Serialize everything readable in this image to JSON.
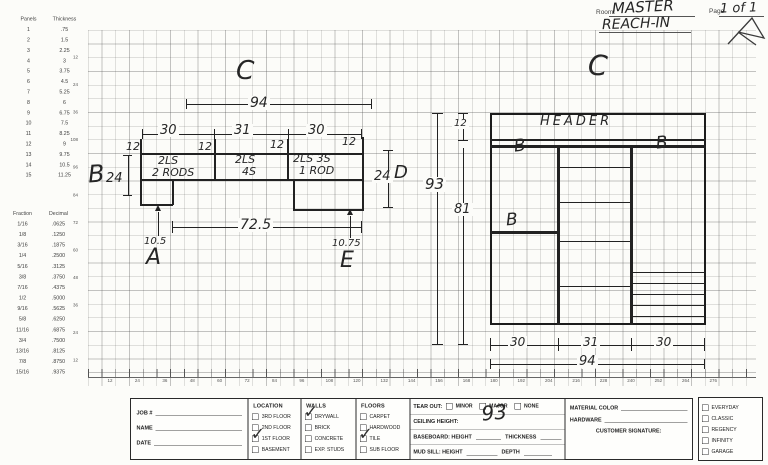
{
  "page": {
    "room_label": "Room:",
    "room_line1": "MASTER",
    "room_line2": "REACH-IN",
    "page_label": "Page",
    "page_value": "1 of 1"
  },
  "panels_table": {
    "header": [
      "Panels",
      "Thickness"
    ],
    "rows": [
      [
        "1",
        ".75"
      ],
      [
        "2",
        "1.5"
      ],
      [
        "3",
        "2.25"
      ],
      [
        "4",
        "3"
      ],
      [
        "5",
        "3.75"
      ],
      [
        "6",
        "4.5"
      ],
      [
        "7",
        "5.25"
      ],
      [
        "8",
        "6"
      ],
      [
        "9",
        "6.75"
      ],
      [
        "10",
        "7.5"
      ],
      [
        "11",
        "8.25"
      ],
      [
        "12",
        "9"
      ],
      [
        "13",
        "9.75"
      ],
      [
        "14",
        "10.5"
      ],
      [
        "15",
        "11.25"
      ]
    ]
  },
  "fraction_table": {
    "header": [
      "Fraction",
      "Decimal"
    ],
    "rows": [
      [
        "1/16",
        ".0625"
      ],
      [
        "1/8",
        ".1250"
      ],
      [
        "3/16",
        ".1875"
      ],
      [
        "1/4",
        ".2500"
      ],
      [
        "5/16",
        ".3125"
      ],
      [
        "3/8",
        ".3750"
      ],
      [
        "7/16",
        ".4375"
      ],
      [
        "1/2",
        ".5000"
      ],
      [
        "9/16",
        ".5625"
      ],
      [
        "5/8",
        ".6250"
      ],
      [
        "11/16",
        ".6875"
      ],
      [
        "3/4",
        ".7500"
      ],
      [
        "13/16",
        ".8125"
      ],
      [
        "7/8",
        ".8750"
      ],
      [
        "15/16",
        ".9375"
      ]
    ]
  },
  "grid": {
    "x_ticks": [
      "12",
      "24",
      "36",
      "48",
      "60",
      "72",
      "84",
      "96",
      "108",
      "120",
      "132",
      "144",
      "156",
      "168",
      "180",
      "192",
      "204",
      "216",
      "228",
      "240",
      "252",
      "264",
      "276"
    ],
    "y_ticks": [
      "12",
      "24",
      "36",
      "108",
      "96",
      "84",
      "72",
      "60",
      "48",
      "36",
      "24",
      "12"
    ]
  },
  "left_drawing": {
    "c_label": "C",
    "total_width": "94",
    "bay_widths": [
      "30",
      "31",
      "30"
    ],
    "depth_marks": [
      "12",
      "12",
      "12",
      "12"
    ],
    "bays": [
      {
        "line1": "2LS",
        "line2": "2 RODS"
      },
      {
        "line1": "2LS",
        "line2": "4S"
      },
      {
        "line1": "2LS 3S",
        "line2": "1 ROD"
      }
    ],
    "left_label": "B",
    "left_depth": "24",
    "bottom_width": "72.5",
    "left_return": "10.5",
    "label_a": "A",
    "right_return": "10.75",
    "label_e": "E",
    "depth_dim": "24",
    "label_d": "D"
  },
  "mid_dims": {
    "total_height": "93",
    "header_height": "12",
    "lower_height": "81"
  },
  "right_drawing": {
    "c_label": "C",
    "header_text": "HEADER",
    "rod_labels": [
      "B",
      "B",
      "B"
    ],
    "bay_widths": [
      "30",
      "31",
      "30"
    ],
    "total_width": "94"
  },
  "form": {
    "job_label": "JOB #",
    "name_label": "NAME",
    "date_label": "DATE",
    "location": {
      "title": "LOCATION",
      "options": [
        {
          "label": "3RD FLOOR",
          "checked": false
        },
        {
          "label": "2ND FLOOR",
          "checked": false
        },
        {
          "label": "1ST FLOOR",
          "checked": true
        },
        {
          "label": "BASEMENT",
          "checked": false
        }
      ]
    },
    "walls": {
      "title": "WALLS",
      "options": [
        {
          "label": "DRYWALL",
          "checked": true
        },
        {
          "label": "BRICK",
          "checked": false
        },
        {
          "label": "CONCRETE",
          "checked": false
        },
        {
          "label": "EXP. STUDS",
          "checked": false
        }
      ]
    },
    "floors": {
      "title": "FLOORS",
      "options": [
        {
          "label": "CARPET",
          "checked": false
        },
        {
          "label": "HARDWOOD",
          "checked": false
        },
        {
          "label": "TILE",
          "checked": true
        },
        {
          "label": "SUB FLOOR",
          "checked": false
        }
      ]
    },
    "tear_out": {
      "title": "TEAR OUT:",
      "options": [
        {
          "label": "MINOR",
          "checked": false
        },
        {
          "label": "MAJOR",
          "checked": false
        },
        {
          "label": "NONE",
          "checked": false
        }
      ]
    },
    "ceiling_label": "CEILING HEIGHT:",
    "ceiling_value": "93",
    "baseboard_label": "BASEBOARD: HEIGHT",
    "thickness_label": "THICKNESS",
    "mudsill_label": "MUD SILL: HEIGHT",
    "depth_label": "DEPTH",
    "material_color_label": "MATERIAL COLOR",
    "hardware_label": "HARDWARE",
    "signature_label": "CUSTOMER SIGNATURE:",
    "product_lines": {
      "options": [
        {
          "label": "EVERYDAY",
          "checked": false
        },
        {
          "label": "CLASSIC",
          "checked": false
        },
        {
          "label": "REGENCY",
          "checked": false
        },
        {
          "label": "INFINITY",
          "checked": false
        },
        {
          "label": "GARAGE",
          "checked": false
        }
      ]
    }
  }
}
